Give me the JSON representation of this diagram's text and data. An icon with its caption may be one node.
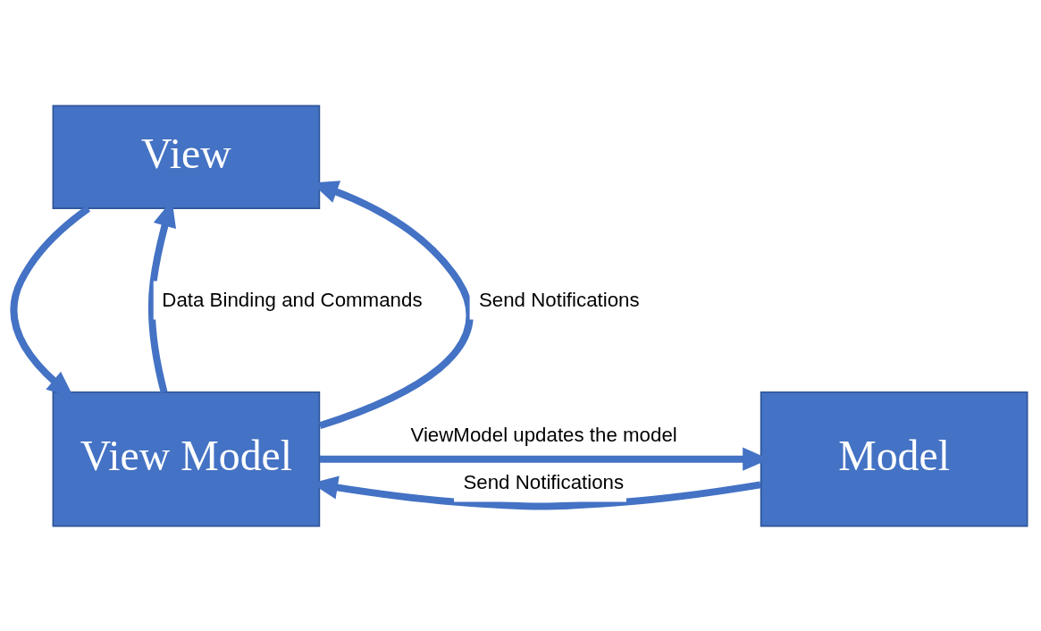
{
  "diagram": {
    "nodes": [
      {
        "text": [
          "View"
        ]
      },
      {
        "text": [
          "View Model"
        ]
      },
      {
        "text": [
          "Model"
        ]
      }
    ],
    "edges": [
      {
        "from": 0,
        "to": 1,
        "arrow": "to"
      },
      {
        "from": 1,
        "to": 0,
        "arrow": "to",
        "label": "Data Binding and Commands"
      },
      {
        "from": 1,
        "to": 0,
        "arrow": "to",
        "label": "Send Notifications"
      },
      {
        "from": 1,
        "to": 2,
        "arrow": "to",
        "label": "ViewModel updates the model"
      },
      {
        "from": 2,
        "to": 1,
        "arrow": "to",
        "label": "Send Notifications"
      }
    ]
  }
}
